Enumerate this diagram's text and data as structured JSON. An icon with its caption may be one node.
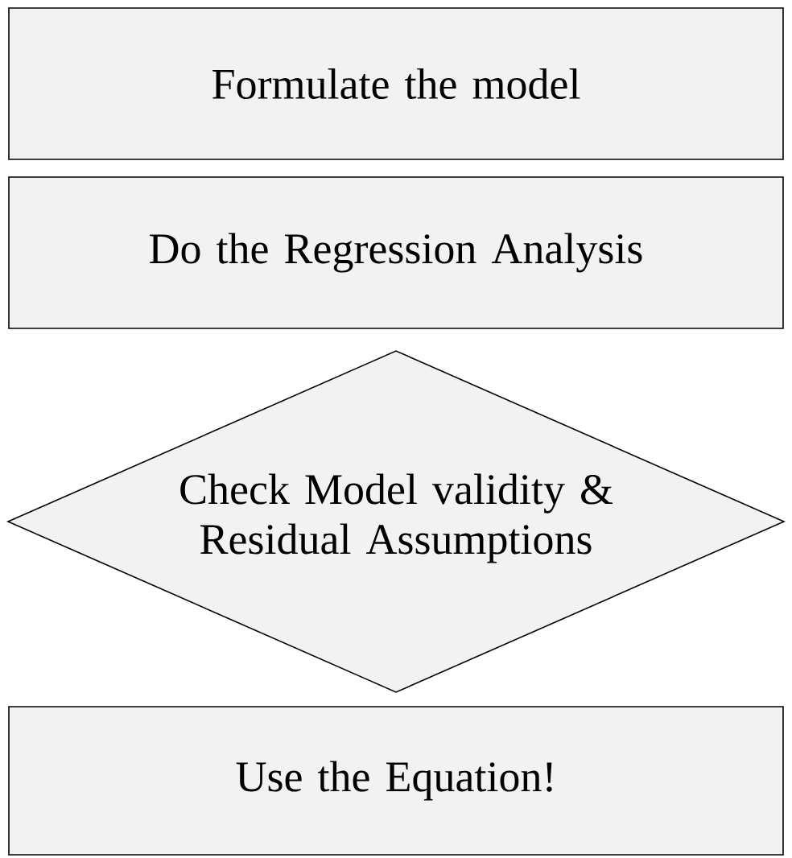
{
  "diagram": {
    "nodes": [
      {
        "text": [
          "Formulate the model"
        ]
      },
      {
        "text": [
          "Do the Regression Analysis"
        ]
      },
      {
        "text": [
          "Check Model validity & Residual Assumptions"
        ]
      },
      {
        "text": [
          "Use the Equation!"
        ]
      }
    ]
  }
}
